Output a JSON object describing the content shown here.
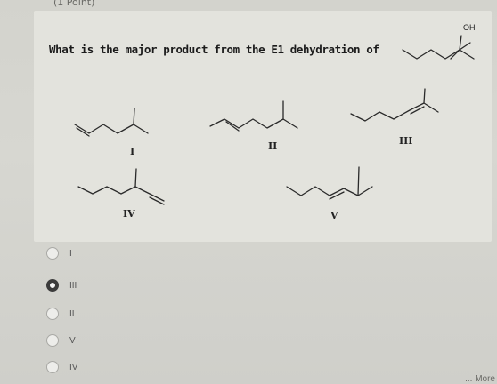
{
  "header": {
    "clipped_text": "(1 Point)"
  },
  "question": {
    "text": "What is the major product from the E1 dehydration of",
    "reactant_label": "OH"
  },
  "structures": [
    {
      "label": "I"
    },
    {
      "label": "II"
    },
    {
      "label": "III"
    },
    {
      "label": "IV"
    },
    {
      "label": "V"
    }
  ],
  "options": [
    {
      "label": "I",
      "selected": false
    },
    {
      "label": "III",
      "selected": true
    },
    {
      "label": "II",
      "selected": false
    },
    {
      "label": "V",
      "selected": false
    },
    {
      "label": "IV",
      "selected": false
    }
  ],
  "footer": {
    "more_label": "... More"
  },
  "colors": {
    "line": "#2a2a2a",
    "selected_radio": "#3b3b3b",
    "card_bg": "#e3e3dd"
  }
}
